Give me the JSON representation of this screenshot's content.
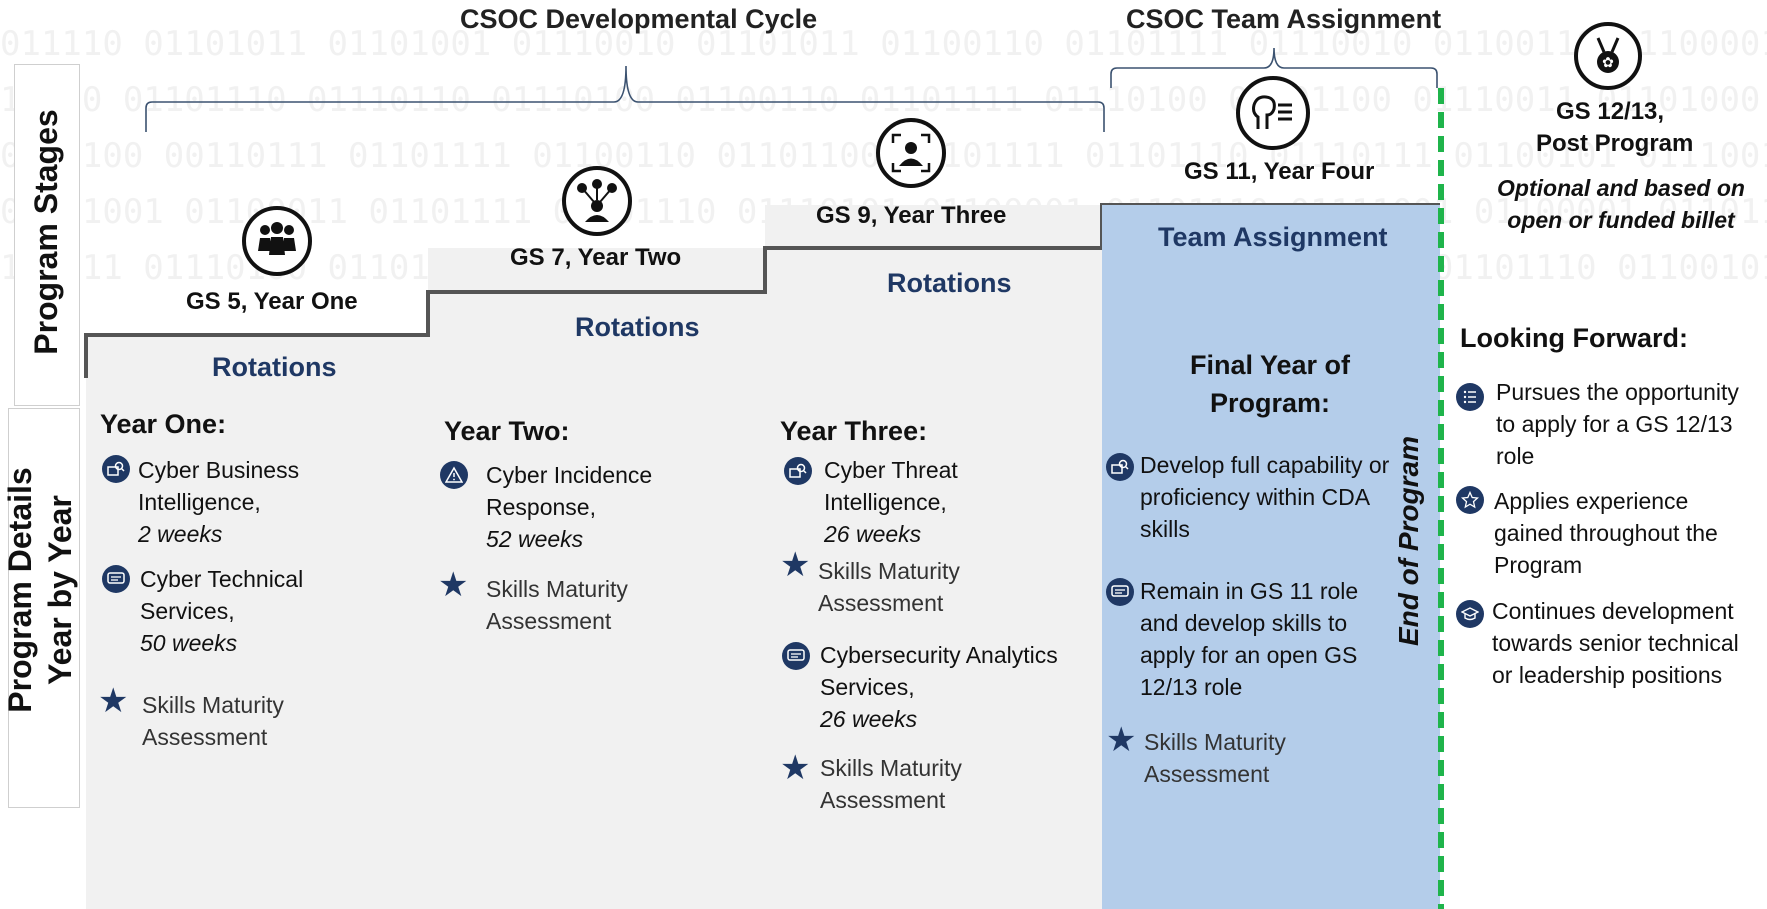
{
  "headers": {
    "dev_cycle": "CSOC Developmental Cycle",
    "team_assignment": "CSOC Team Assignment"
  },
  "side_labels": {
    "program_stages": "Program Stages",
    "details_line1": "Program Details",
    "details_line2": "Year by Year"
  },
  "stages": [
    {
      "label": "GS 5, Year One",
      "icon": "team-icon"
    },
    {
      "label": "GS 7, Year Two",
      "icon": "network-person-icon"
    },
    {
      "label": "GS 9, Year Three",
      "icon": "focus-person-icon"
    },
    {
      "label": "GS 11, Year Four",
      "icon": "person-speaking-icon"
    }
  ],
  "rotations_label": "Rotations",
  "year_one": {
    "title": "Year One:",
    "items": [
      {
        "icon": "business-intel-icon",
        "text": "Cyber Business Intelligence,",
        "weeks": "2 weeks"
      },
      {
        "icon": "technical-services-icon",
        "text": "Cyber Technical Services,",
        "weeks": "50 weeks"
      },
      {
        "icon": "star-icon",
        "text": "Skills Maturity Assessment"
      }
    ]
  },
  "year_two": {
    "title": "Year Two:",
    "items": [
      {
        "icon": "warning-icon",
        "text": "Cyber Incidence Response,",
        "weeks": "52 weeks"
      },
      {
        "icon": "star-icon",
        "text": "Skills Maturity Assessment"
      }
    ]
  },
  "year_three": {
    "title": "Year Three:",
    "items": [
      {
        "icon": "business-intel-icon",
        "text": "Cyber Threat Intelligence,",
        "weeks": "26 weeks"
      },
      {
        "icon": "star-icon",
        "text": "Skills Maturity Assessment"
      },
      {
        "icon": "technical-services-icon",
        "text": "Cybersecurity Analytics Services,",
        "weeks": "26 weeks"
      },
      {
        "icon": "star-icon",
        "text": "Skills Maturity Assessment"
      }
    ]
  },
  "year_four": {
    "heading": "Team Assignment",
    "title": "Final Year of Program:",
    "items": [
      {
        "icon": "business-intel-icon",
        "text": "Develop full capability or proficiency within CDA skills"
      },
      {
        "icon": "technical-services-icon",
        "text": "Remain in GS 11 role and develop skills to apply for an open GS 12/13 role"
      },
      {
        "icon": "star-icon",
        "text": "Skills Maturity Assessment"
      }
    ]
  },
  "end_of_program": "End of Program",
  "post_program": {
    "label_line1": "GS 12/13,",
    "label_line2": "Post Program",
    "note": "Optional and based on open or funded billet",
    "icon": "medal-icon",
    "looking_forward": "Looking Forward:",
    "items": [
      {
        "icon": "list-icon",
        "text": "Pursues the opportunity to apply for a GS 12/13 role"
      },
      {
        "icon": "star-outline-icon",
        "text": "Applies experience gained throughout the Program"
      },
      {
        "icon": "graduation-cap-icon",
        "text": "Continues development towards senior technical or leadership positions"
      }
    ]
  },
  "colors": {
    "navy": "#1f3864",
    "panel_gray": "#f1f1f1",
    "team_blue": "#b4cdea",
    "divider_green": "#1fb44b"
  }
}
